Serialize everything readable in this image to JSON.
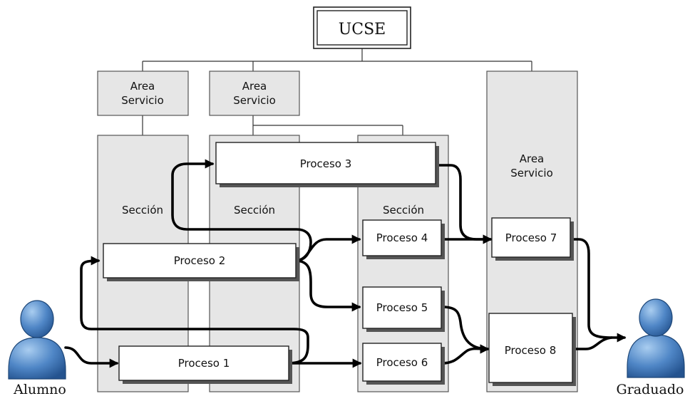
{
  "title": "UCSE",
  "service_area_label": [
    "Area",
    "Servicio"
  ],
  "section_label": "Sección",
  "processes": {
    "p1": "Proceso 1",
    "p2": "Proceso 2",
    "p3": "Proceso 3",
    "p4": "Proceso 4",
    "p5": "Proceso 5",
    "p6": "Proceso 6",
    "p7": "Proceso 7",
    "p8": "Proceso 8"
  },
  "actors": {
    "start": "Alumno",
    "end": "Graduado"
  },
  "colors": {
    "column_fill": "#e6e6e6",
    "actor_blue": "#4f86c6",
    "flow": "#000000"
  }
}
